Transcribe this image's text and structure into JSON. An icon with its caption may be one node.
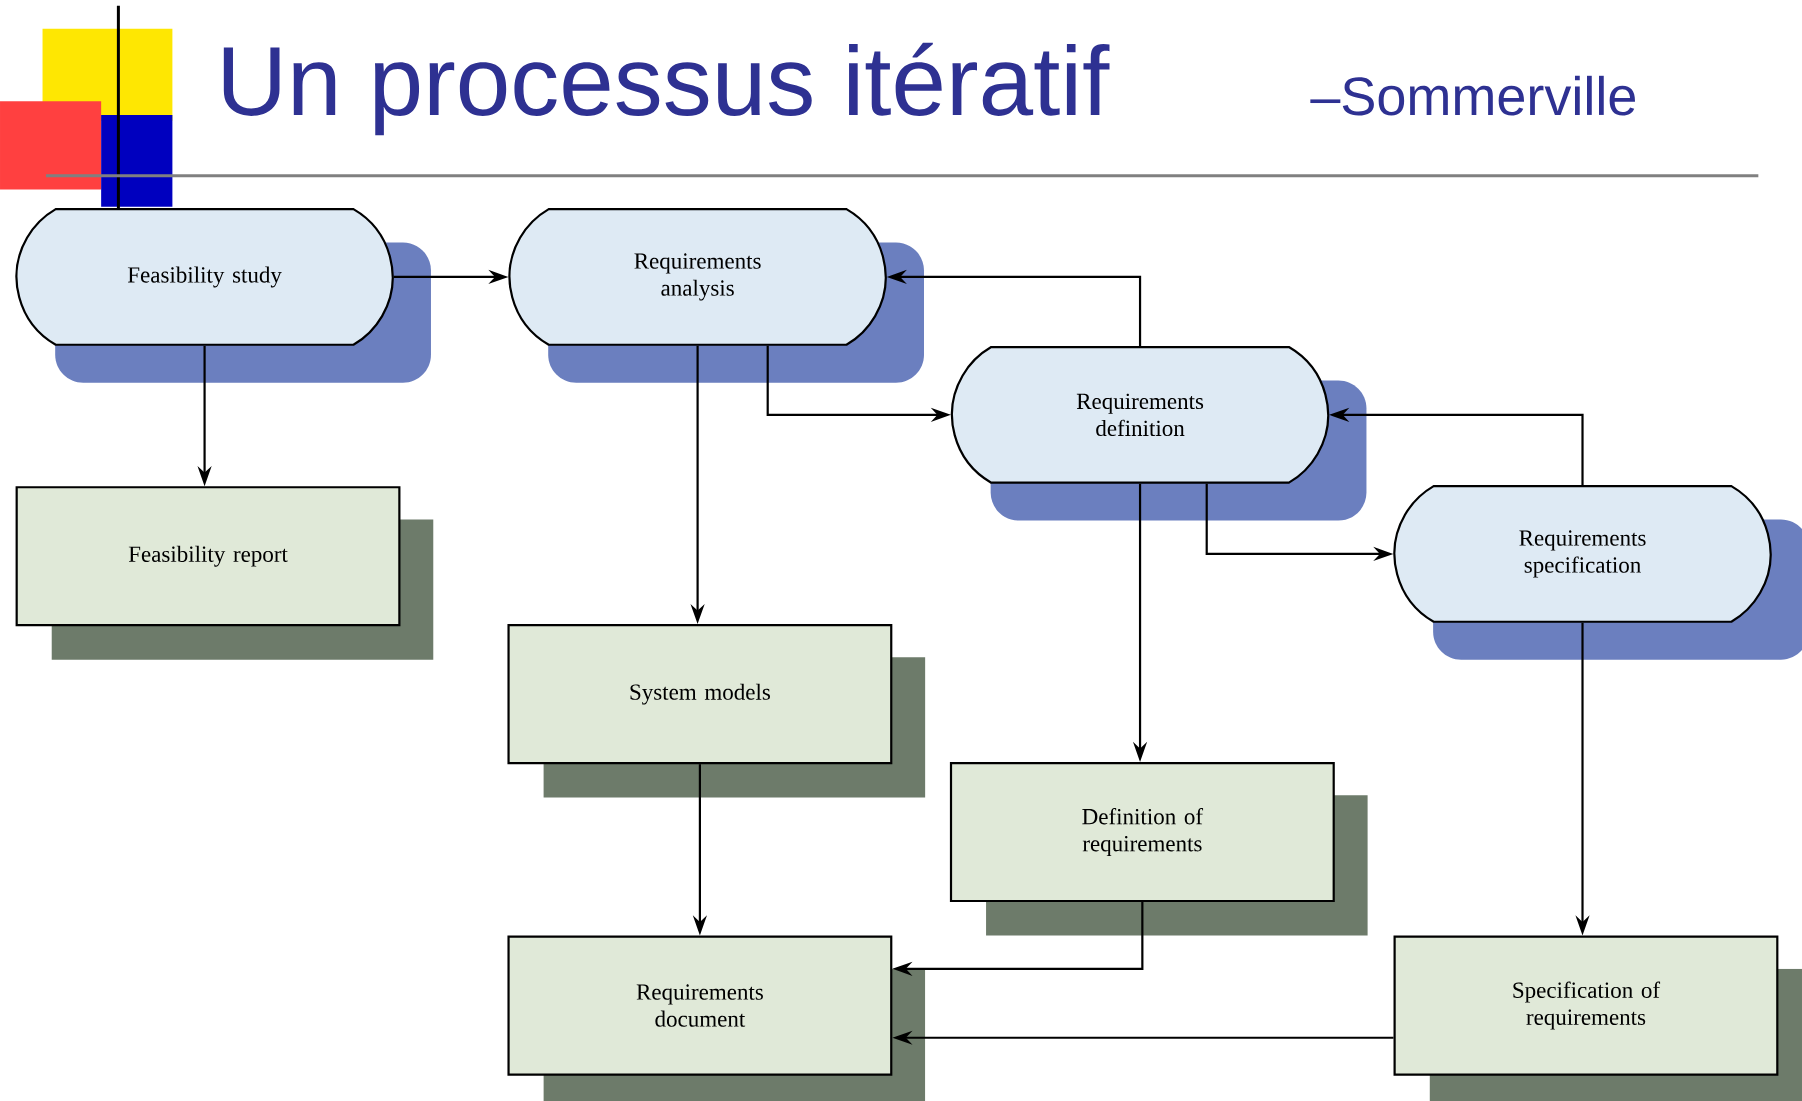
{
  "diagram": {
    "title": "Un processus itératif",
    "nodes": [
      {
        "text": [
          "Feasibility study"
        ]
      },
      {
        "text": [
          "Requirements analysis"
        ]
      },
      {
        "text": [
          "Requirements definition"
        ]
      },
      {
        "text": [
          "Requirements specification"
        ]
      },
      {
        "text": [
          "Feasibility report"
        ]
      },
      {
        "text": [
          "System models"
        ]
      },
      {
        "text": [
          "Definition of requirements"
        ]
      },
      {
        "text": [
          "Requirements document"
        ]
      },
      {
        "text": [
          "Specification of requirements"
        ]
      }
    ],
    "edges": [
      {
        "from": 0,
        "to": 1,
        "arrow": "to"
      },
      {
        "from": 0,
        "to": 4,
        "arrow": "to"
      },
      {
        "from": 1,
        "to": 5,
        "arrow": "to"
      },
      {
        "from": 1,
        "to": 2,
        "arrow": "to"
      },
      {
        "from": 2,
        "to": 1,
        "arrow": "to"
      },
      {
        "from": 2,
        "to": 6,
        "arrow": "to"
      },
      {
        "from": 2,
        "to": 3,
        "arrow": "to"
      },
      {
        "from": 3,
        "to": 2,
        "arrow": "to"
      },
      {
        "from": 3,
        "to": 8,
        "arrow": "to"
      },
      {
        "from": 5,
        "to": 7,
        "arrow": "to"
      },
      {
        "from": 6,
        "to": 7,
        "arrow": "to"
      },
      {
        "from": 8,
        "to": 7,
        "arrow": "to"
      }
    ],
    "labels": [
      "–Sommerville"
    ]
  }
}
